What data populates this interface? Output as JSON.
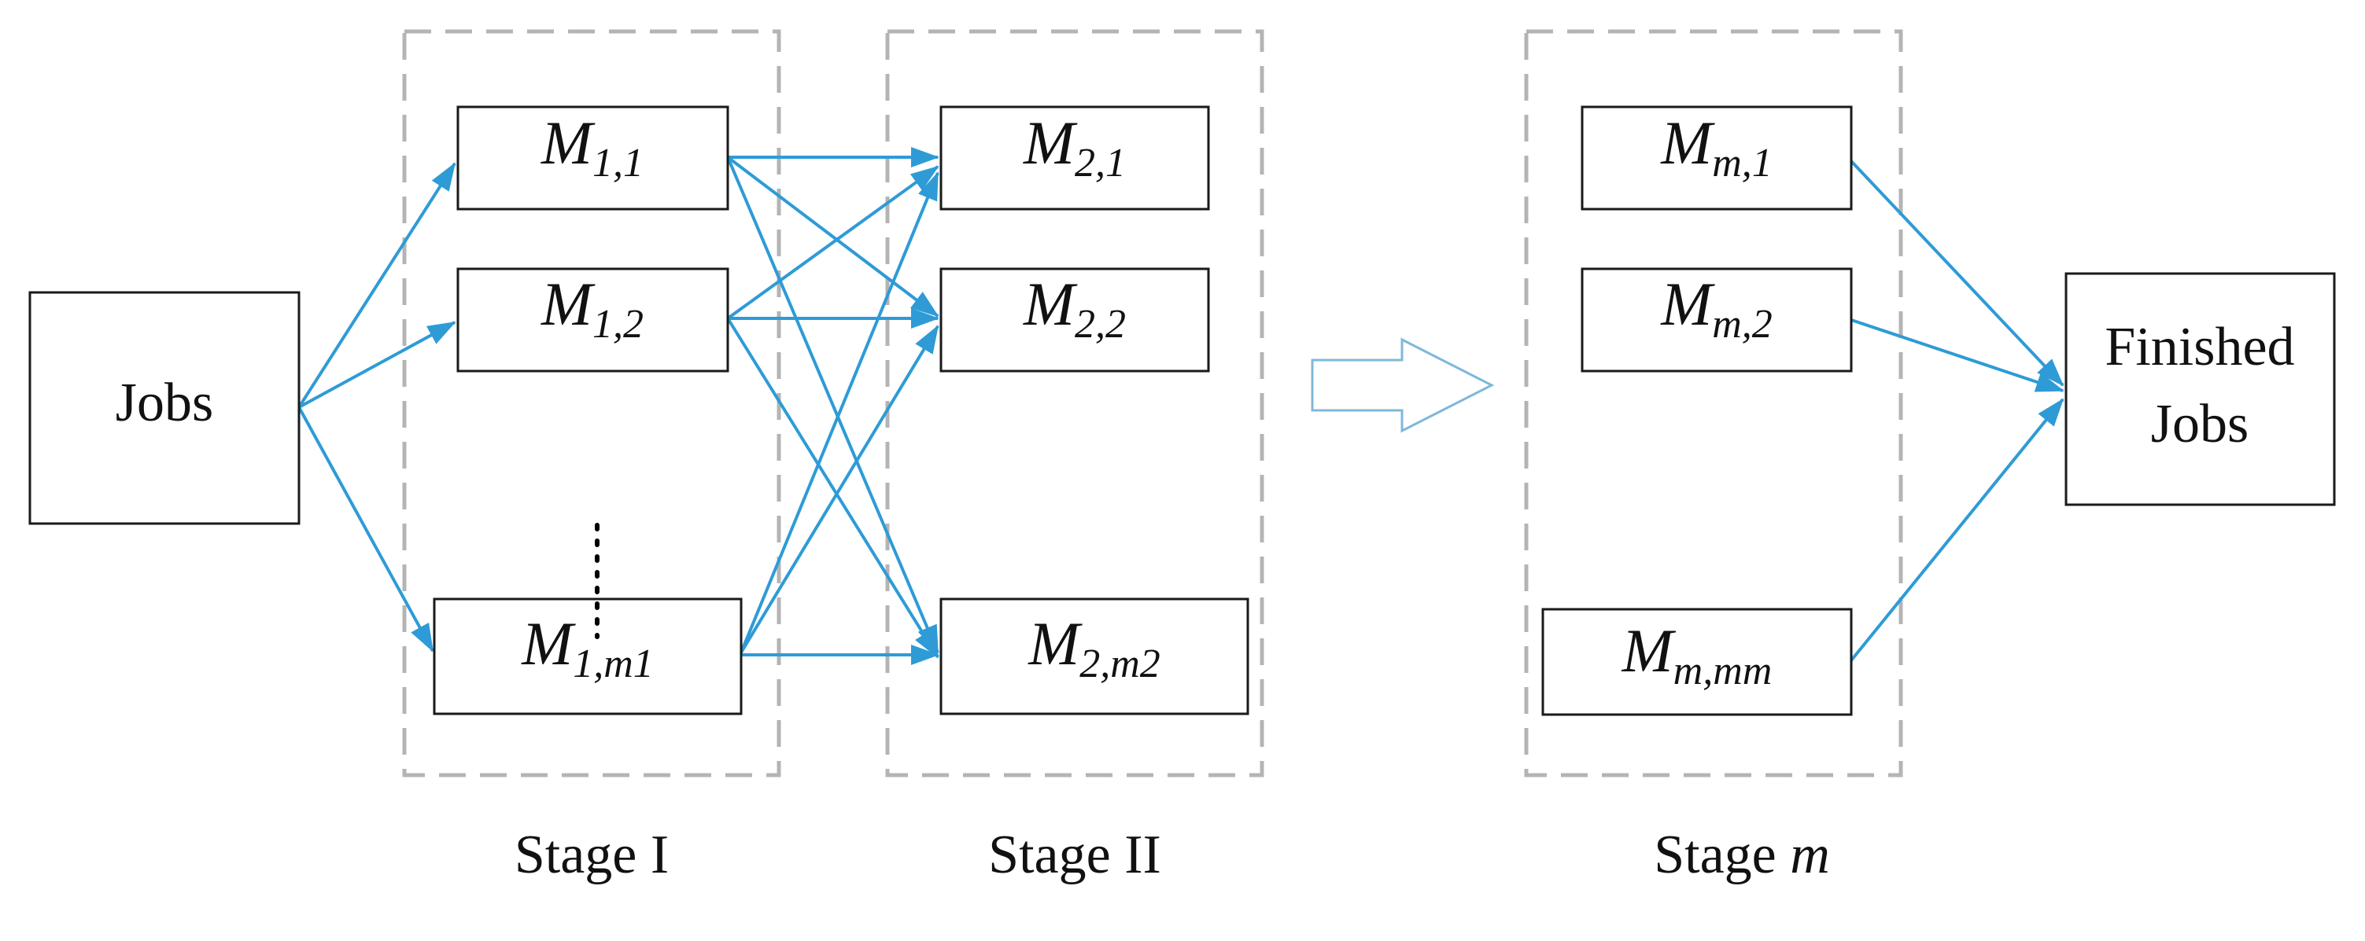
{
  "colors": {
    "connector": "#2e9bd6",
    "box_stroke": "#1a1a1a",
    "stage_frame": "#b4b4b4",
    "next_stage_arrow": "#7fb8da"
  },
  "source": {
    "label": "Jobs"
  },
  "sink": {
    "line1": "Finished",
    "line2": "Jobs"
  },
  "stages": [
    {
      "label_prefix": "Stage ",
      "label_suffix": "I",
      "machines": [
        {
          "name": "M",
          "sub": "1,1"
        },
        {
          "name": "M",
          "sub": "1,2"
        },
        {
          "name": "M",
          "sub": "1,m1"
        }
      ]
    },
    {
      "label_prefix": "Stage ",
      "label_suffix": "II",
      "machines": [
        {
          "name": "M",
          "sub": "2,1"
        },
        {
          "name": "M",
          "sub": "2,2"
        },
        {
          "name": "M",
          "sub": "2,m2"
        }
      ]
    },
    {
      "label_prefix": "Stage ",
      "label_suffix": "m",
      "machines": [
        {
          "name": "M",
          "sub": "m,1"
        },
        {
          "name": "M",
          "sub": "m,2"
        },
        {
          "name": "M",
          "sub": "m,mm"
        }
      ]
    }
  ]
}
